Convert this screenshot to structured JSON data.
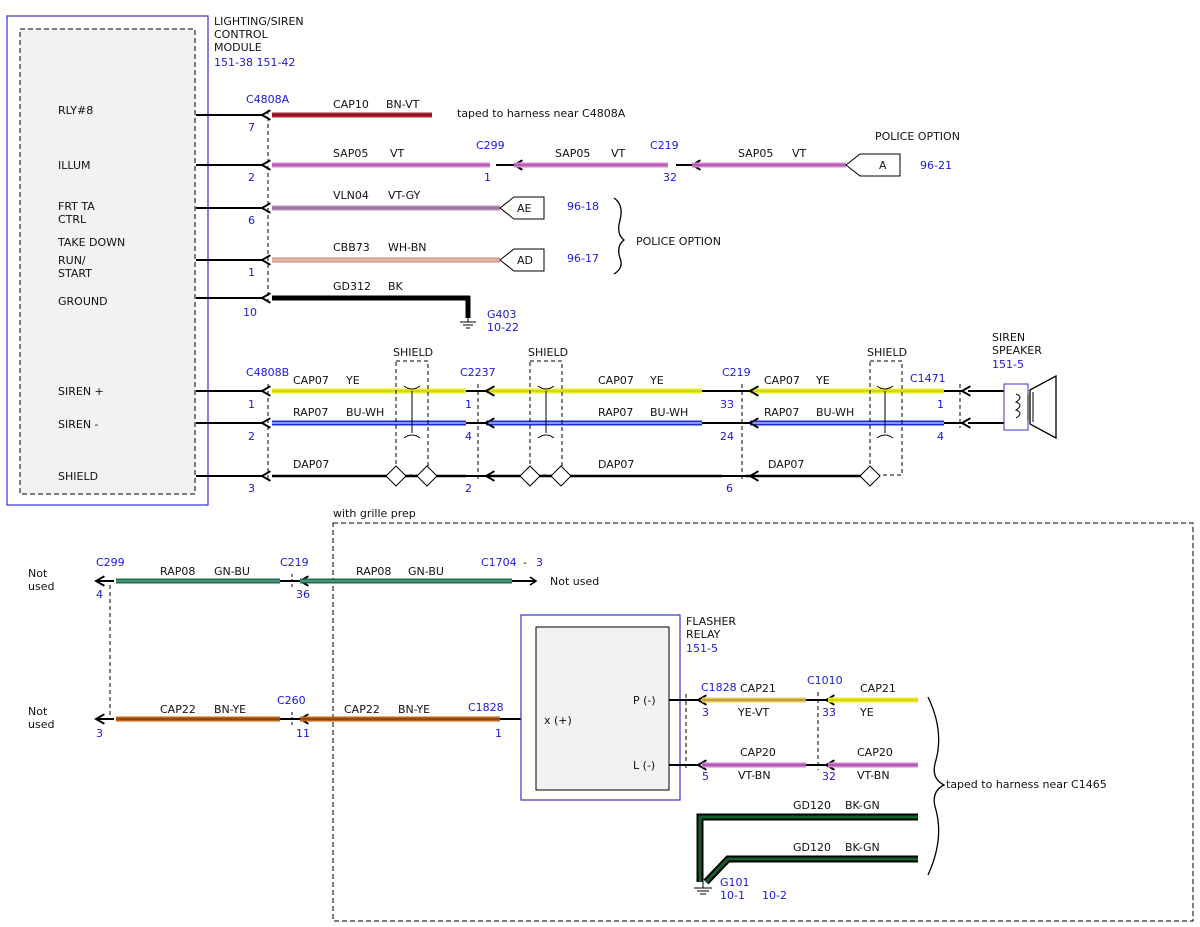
{
  "module": {
    "title_lines": [
      "LIGHTING/SIREN",
      "CONTROL",
      "MODULE"
    ],
    "refs": "151-38  151-42",
    "pins": [
      "RLY#8",
      "ILLUM",
      "FRT TA",
      "CTRL",
      "TAKE DOWN",
      "RUN/",
      "START",
      "GROUND",
      "SIREN +",
      "SIREN -",
      "SHIELD"
    ]
  },
  "connectors": {
    "c4808a": "C4808A",
    "c299": "C299",
    "c219": "C219",
    "c4808b": "C4808B",
    "c2237": "C2237",
    "c1471": "C1471",
    "c1704": "C1704",
    "c260": "C260",
    "c1828": "C1828",
    "c1010": "C1010"
  },
  "pin_numbers": {
    "p7": "7",
    "p2": "2",
    "p6": "6",
    "p1": "1",
    "p10": "10",
    "p32": "32",
    "p33": "33",
    "p24": "24",
    "p4": "4",
    "p3": "3",
    "p36": "36",
    "p11": "11",
    "p5": "5",
    "pdash": "-"
  },
  "wires": {
    "cap10": "CAP10",
    "bnvt": "BN-VT",
    "sap05": "SAP05",
    "vt": "VT",
    "vln04": "VLN04",
    "vtgy": "VT-GY",
    "cbb73": "CBB73",
    "whbn": "WH-BN",
    "gd312": "GD312",
    "bk": "BK",
    "cap07": "CAP07",
    "ye": "YE",
    "rap07": "RAP07",
    "buwh": "BU-WH",
    "dap07": "DAP07",
    "rap08": "RAP08",
    "gnbu": "GN-BU",
    "cap22": "CAP22",
    "bnye": "BN-YE",
    "cap21": "CAP21",
    "yevt": "YE-VT",
    "cap20": "CAP20",
    "vtbn": "VT-BN",
    "gd120": "GD120",
    "bkgn": "BK-GN"
  },
  "labels": {
    "taped_c4808a": "taped to harness near C4808A",
    "police_option": "POLICE OPTION",
    "ref_9621": "96-21",
    "ref_9618": "96-18",
    "ref_9617": "96-17",
    "conn_a": "A",
    "conn_ae": "AE",
    "conn_ad": "AD",
    "g403": "G403",
    "ref_1022": "10-22",
    "shield": "SHIELD",
    "siren_speaker_lines": [
      "SIREN",
      "SPEAKER"
    ],
    "ref_1515": "151-5",
    "with_grille_prep": "with grille prep",
    "not_used": "Not used",
    "not_lines": [
      "Not",
      "used"
    ],
    "flasher_lines": [
      "FLASHER",
      "RELAY"
    ],
    "x_plus": "x (+)",
    "p_minus": "P (-)",
    "l_minus": "L (-)",
    "taped_c1465": "taped to harness near C1465",
    "g101": "G101",
    "ref_101": "10-1",
    "ref_102": "10-2"
  },
  "colors": {
    "bnvt": "#b02436",
    "vt": "#d97fd3",
    "vtgy": "#b889b8",
    "whbn": "#e8b4a8",
    "ye": "#ecec1e",
    "bu": "#1a2fd6",
    "gn": "#1e6e44",
    "bnye": "#c06418",
    "yevt": "#e0c858",
    "vtbn": "#d27ed0",
    "bkgn": "#155c2c",
    "blue": "#1a1ad6"
  }
}
